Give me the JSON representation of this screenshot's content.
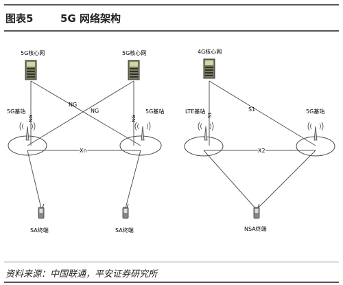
{
  "header": {
    "figure_label": "图表5",
    "figure_title": "5G 网络架构"
  },
  "left_diagram": {
    "core_left": "5G核心网",
    "core_right": "5G核心网",
    "bs_left": "5G基站",
    "bs_right": "5G基站",
    "link_ng_left_vertical": "NG",
    "link_ng_cross_left": "NG",
    "link_ng_cross_right": "NG",
    "link_ng_right_vertical": "NG",
    "link_xn": "Xn",
    "terminal_left": "SA终端",
    "terminal_right": "SA终端"
  },
  "right_diagram": {
    "core": "4G核心网",
    "bs_lte": "LTE基站",
    "bs_5g": "5G基站",
    "link_s1_vertical": "S1",
    "link_s1_diagonal": "S1",
    "link_x2": "X2",
    "terminal": "NSA终端"
  },
  "footer": {
    "source": "资料来源：中国联通，平安证券研究所"
  }
}
